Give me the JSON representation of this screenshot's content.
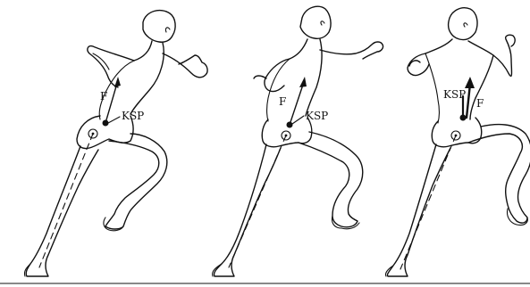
{
  "figure": {
    "runners": [
      {
        "ksp_label": "KSP",
        "force_label": "F"
      },
      {
        "ksp_label": "KSP",
        "force_label": "F"
      },
      {
        "ksp_label": "KSP",
        "force_label": "F"
      }
    ]
  }
}
